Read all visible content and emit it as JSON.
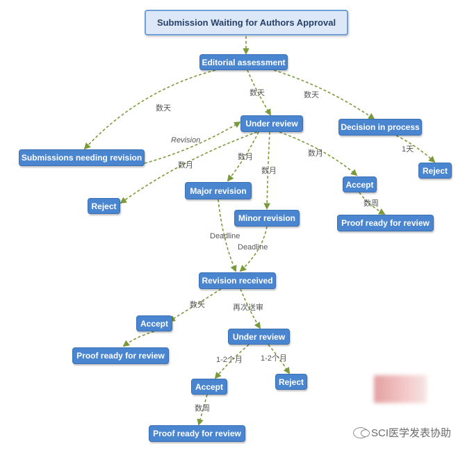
{
  "nodes": {
    "root": "Submission Waiting for Authors Approval",
    "editorial_assessment": "Editorial assessment",
    "under_review_1": "Under review",
    "decision_in_process": "Decision in process",
    "submissions_needing_revision": "Submissions needing revision",
    "reject_decision": "Reject",
    "reject_left": "Reject",
    "major_revision": "Major revision",
    "minor_revision": "Minor revision",
    "accept_1": "Accept",
    "proof_ready_1": "Proof ready for review",
    "revision_received": "Revision received",
    "accept_2": "Accept",
    "under_review_2": "Under review",
    "proof_ready_2": "Proof ready for review",
    "accept_3": "Accept",
    "reject_bottom": "Reject",
    "proof_ready_3": "Proof ready for review"
  },
  "edge_labels": {
    "ea_to_snr": "数天",
    "ea_to_ur": "数天",
    "ea_to_dip": "数天",
    "dip_to_reject": "1天",
    "snr_to_ur": "Revision",
    "ur_to_reject": "数月",
    "ur_to_major": "数月",
    "ur_to_minor": "数月",
    "ur_to_accept": "数月",
    "accept_to_proof": "数周",
    "major_deadline": "Deadline",
    "minor_deadline": "Deadline",
    "rr_to_accept": "数天",
    "rr_to_ur2": "再次送审",
    "ur2_to_accept": "1-2个月",
    "ur2_to_reject": "1-2个月",
    "accept3_to_proof": "数周"
  },
  "watermark": "SCI医学发表协助",
  "colors": {
    "node_fill": "#4a86d0",
    "root_fill": "#dce8f7",
    "edge": "#7a9a3a"
  }
}
